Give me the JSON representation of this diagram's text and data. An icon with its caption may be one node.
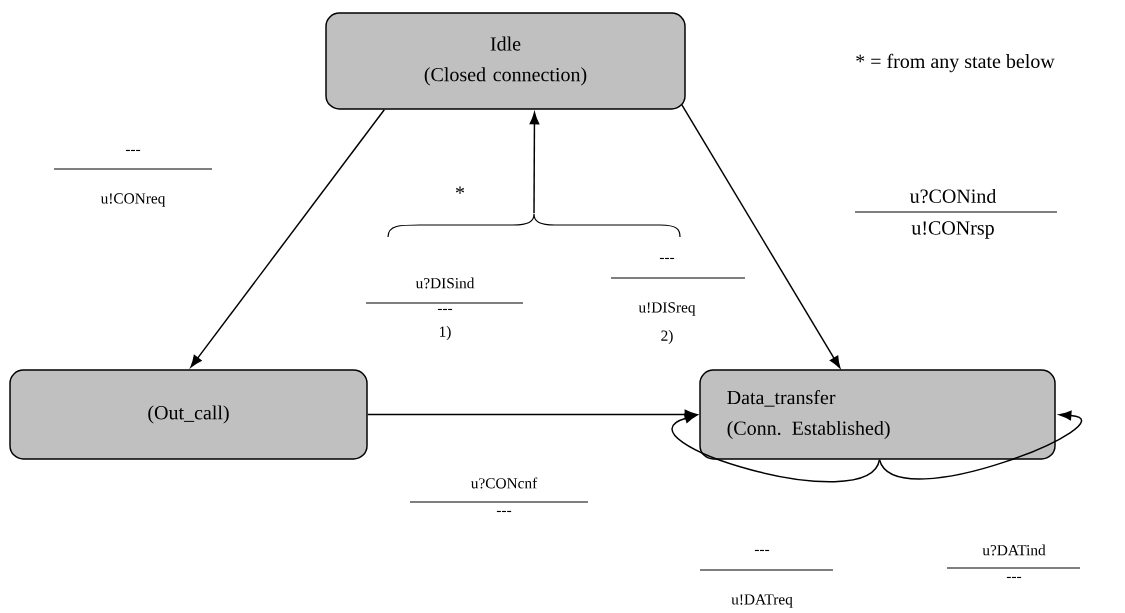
{
  "diagram": {
    "nodes": [
      {
        "text": [
          "Idle",
          "(Closed connection)"
        ]
      },
      {
        "text": [
          "(Out_call)"
        ]
      },
      {
        "text": [
          "Data_transfer",
          "(Conn. Established)"
        ]
      },
      {
        "text": [],
        "shape": "brace"
      }
    ],
    "edges": [
      {
        "from": 0,
        "to": 1,
        "arrow": "to"
      },
      {
        "from": 0,
        "to": 2,
        "arrow": "to"
      },
      {
        "from": 3,
        "to": 0,
        "arrow": "to"
      },
      {
        "from": 1,
        "to": 2,
        "arrow": "to"
      },
      {
        "from": 2,
        "to": 2,
        "arrow": "to"
      },
      {
        "from": 2,
        "to": 2,
        "arrow": "to"
      }
    ],
    "labels": [
      "* = from any state below",
      "---",
      "u!CONreq",
      "*",
      "u?CONind",
      "u!CONrsp",
      "u?DISind",
      "---",
      "1)",
      "---",
      "u!DISreq",
      "2)",
      "u?CONcnf",
      "---",
      "---",
      "u!DATreq",
      "u?DATind",
      "---"
    ]
  }
}
